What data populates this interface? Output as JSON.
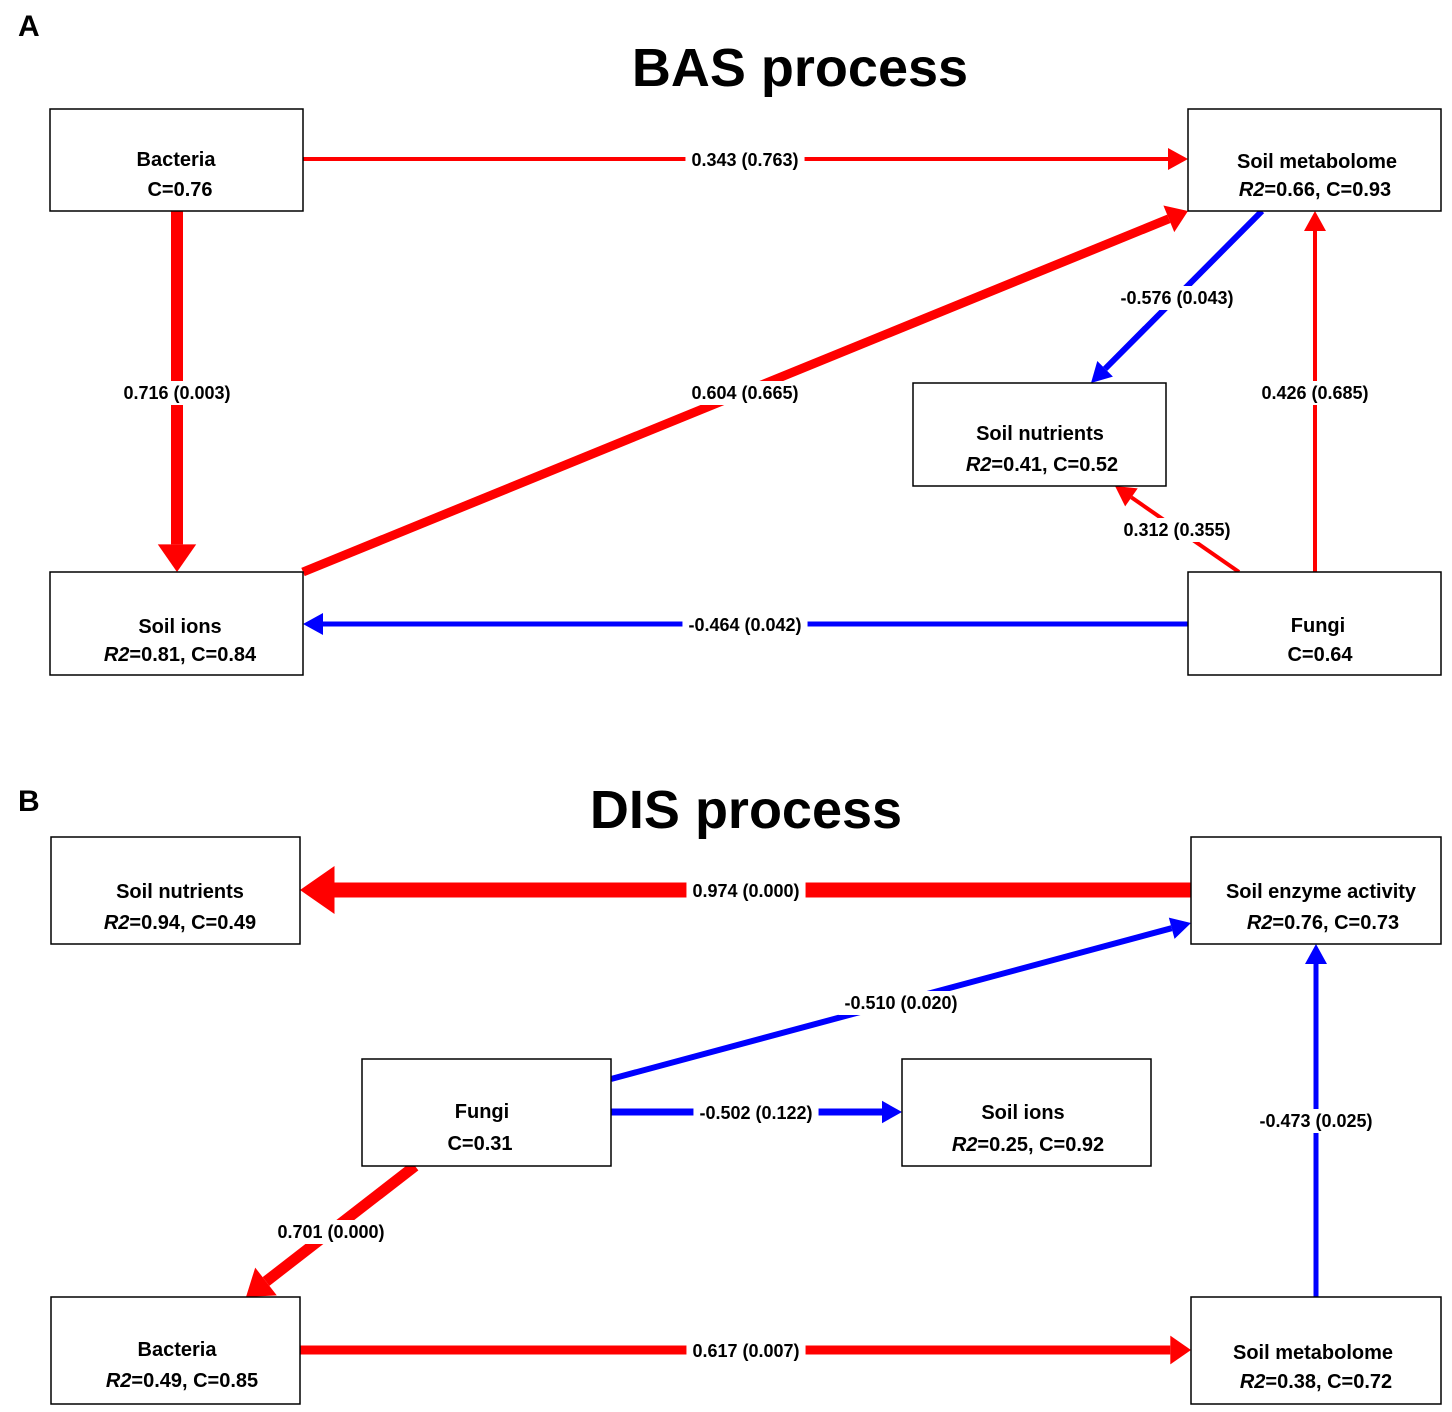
{
  "colors": {
    "positive": "#ff0000",
    "negative": "#0000ff"
  },
  "panels": [
    {
      "letter": "A",
      "title": "BAS process",
      "nodes": [
        {
          "id": "bacteria",
          "name": "Bacteria",
          "r2": "",
          "c": "C=0.76"
        },
        {
          "id": "soil_metabolome",
          "name": "Soil metabolome",
          "r2": "R2",
          "c": "=0.66, C=0.93"
        },
        {
          "id": "soil_nutrients",
          "name": "Soil nutrients",
          "r2": "R2",
          "c": "=0.41, C=0.52"
        },
        {
          "id": "soil_ions",
          "name": "Soil ions",
          "r2": "R2",
          "c": "=0.81, C=0.84"
        },
        {
          "id": "fungi",
          "name": "Fungi",
          "r2": "",
          "c": "C=0.64"
        }
      ],
      "edges": [
        {
          "from": "bacteria",
          "to": "soil_metabolome",
          "sign": "positive",
          "label": "0.343 (0.763)"
        },
        {
          "from": "bacteria",
          "to": "soil_ions",
          "sign": "positive",
          "label": "0.716 (0.003)"
        },
        {
          "from": "soil_ions",
          "to": "soil_metabolome",
          "sign": "positive",
          "label": "0.604 (0.665)"
        },
        {
          "from": "soil_metabolome",
          "to": "soil_nutrients",
          "sign": "negative",
          "label": "-0.576 (0.043)"
        },
        {
          "from": "fungi",
          "to": "soil_metabolome",
          "sign": "positive",
          "label": "0.426 (0.685)"
        },
        {
          "from": "fungi",
          "to": "soil_nutrients",
          "sign": "positive",
          "label": "0.312 (0.355)"
        },
        {
          "from": "fungi",
          "to": "soil_ions",
          "sign": "negative",
          "label": "-0.464 (0.042)"
        }
      ]
    },
    {
      "letter": "B",
      "title": "DIS process",
      "nodes": [
        {
          "id": "soil_nutrients",
          "name": "Soil nutrients",
          "r2": "R2",
          "c": "=0.94, C=0.49"
        },
        {
          "id": "soil_enzyme",
          "name": "Soil enzyme activity",
          "r2": "R2",
          "c": "=0.76, C=0.73"
        },
        {
          "id": "fungi",
          "name": "Fungi",
          "r2": "",
          "c": "C=0.31"
        },
        {
          "id": "soil_ions",
          "name": "Soil ions",
          "r2": "R2",
          "c": "=0.25, C=0.92"
        },
        {
          "id": "bacteria",
          "name": "Bacteria",
          "r2": "R2",
          "c": "=0.49, C=0.85"
        },
        {
          "id": "soil_metabolome",
          "name": "Soil metabolome",
          "r2": "R2",
          "c": "=0.38, C=0.72"
        }
      ],
      "edges": [
        {
          "from": "soil_enzyme",
          "to": "soil_nutrients",
          "sign": "positive",
          "label": "0.974 (0.000)"
        },
        {
          "from": "fungi",
          "to": "soil_enzyme",
          "sign": "negative",
          "label": "-0.510 (0.020)"
        },
        {
          "from": "fungi",
          "to": "soil_ions",
          "sign": "negative",
          "label": "-0.502 (0.122)"
        },
        {
          "from": "fungi",
          "to": "bacteria",
          "sign": "positive",
          "label": "0.701 (0.000)"
        },
        {
          "from": "bacteria",
          "to": "soil_metabolome",
          "sign": "positive",
          "label": "0.617 (0.007)"
        },
        {
          "from": "soil_metabolome",
          "to": "soil_enzyme",
          "sign": "negative",
          "label": "-0.473 (0.025)"
        }
      ]
    }
  ]
}
